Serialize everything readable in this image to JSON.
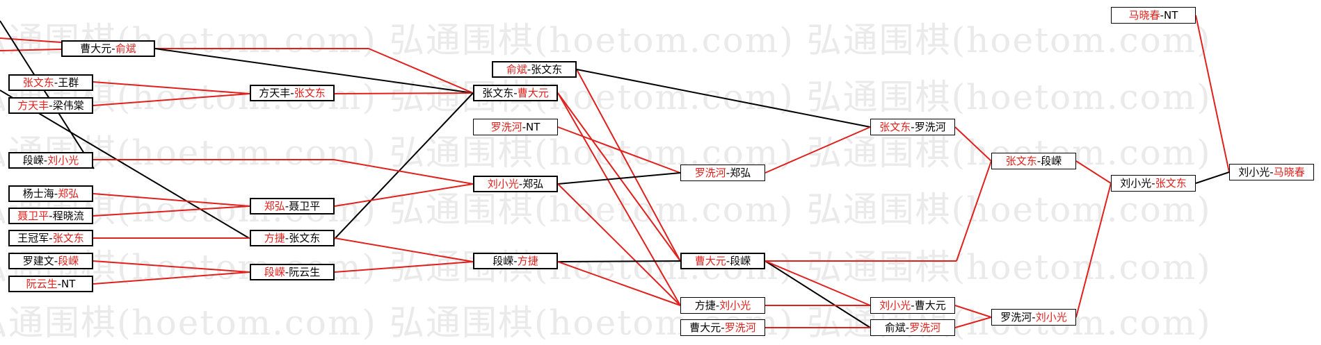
{
  "watermark": "弘通围棋(hoetom.com)",
  "colors": {
    "win_line": "#e0201c",
    "loss_line": "#000000",
    "winner_text": "#e0201c",
    "text": "#000000"
  },
  "nodes": [
    {
      "id": "n1",
      "a": "曹大元",
      "b": "俞斌",
      "win": "b",
      "thick": true
    },
    {
      "id": "n2",
      "a": "张文东",
      "b": "王群",
      "win": "a",
      "thick": true
    },
    {
      "id": "n3",
      "a": "方天丰",
      "b": "梁伟棠",
      "win": "a",
      "thick": true
    },
    {
      "id": "n4",
      "a": "段嵘",
      "b": "刘小光",
      "win": "b",
      "thick": true
    },
    {
      "id": "n5",
      "a": "杨士海",
      "b": "郑弘",
      "win": "b",
      "thick": true
    },
    {
      "id": "n6",
      "a": "聂卫平",
      "b": "程晓流",
      "win": "a",
      "thick": true
    },
    {
      "id": "n7",
      "a": "王冠军",
      "b": "张文东",
      "win": "b",
      "thick": true
    },
    {
      "id": "n8",
      "a": "罗建文",
      "b": "段嵘",
      "win": "b",
      "thick": true
    },
    {
      "id": "n9",
      "a": "阮云生",
      "b": "NT",
      "win": "a",
      "thick": true
    },
    {
      "id": "n10",
      "a": "方天丰",
      "b": "张文东",
      "win": "b",
      "thick": true
    },
    {
      "id": "n11",
      "a": "郑弘",
      "b": "聂卫平",
      "win": "a",
      "thick": true
    },
    {
      "id": "n12",
      "a": "方捷",
      "b": "张文东",
      "win": "a",
      "thick": true
    },
    {
      "id": "n13",
      "a": "段嵘",
      "b": "阮云生",
      "win": "a",
      "thick": true
    },
    {
      "id": "n14",
      "a": "俞斌",
      "b": "张文东",
      "win": "a",
      "thick": true
    },
    {
      "id": "n15",
      "a": "张文东",
      "b": "曹大元",
      "win": "b",
      "thick": true
    },
    {
      "id": "n16",
      "a": "罗洗河",
      "b": "NT",
      "win": "a",
      "thick": false
    },
    {
      "id": "n17",
      "a": "刘小光",
      "b": "郑弘",
      "win": "a",
      "thick": true
    },
    {
      "id": "n18",
      "a": "段嵘",
      "b": "方捷",
      "win": "b",
      "thick": true
    },
    {
      "id": "n19",
      "a": "罗洗河",
      "b": "郑弘",
      "win": "a",
      "thick": false
    },
    {
      "id": "n20",
      "a": "曹大元",
      "b": "段嵘",
      "win": "a",
      "thick": true
    },
    {
      "id": "n21",
      "a": "方捷",
      "b": "刘小光",
      "win": "b",
      "thick": false
    },
    {
      "id": "n22",
      "a": "曹大元",
      "b": "罗洗河",
      "win": "b",
      "thick": false
    },
    {
      "id": "n23",
      "a": "张文东",
      "b": "罗洗河",
      "win": "a",
      "thick": false
    },
    {
      "id": "n24",
      "a": "刘小光",
      "b": "曹大元",
      "win": "a",
      "thick": false
    },
    {
      "id": "n25",
      "a": "俞斌",
      "b": "罗洗河",
      "win": "b",
      "thick": false
    },
    {
      "id": "n26",
      "a": "张文东",
      "b": "段嵘",
      "win": "a",
      "thick": false
    },
    {
      "id": "n27",
      "a": "罗洗河",
      "b": "刘小光",
      "win": "b",
      "thick": false
    },
    {
      "id": "n28",
      "a": "刘小光",
      "b": "张文东",
      "win": "b",
      "thick": false
    },
    {
      "id": "n29",
      "a": "马晓春",
      "b": "NT",
      "win": "a",
      "thick": false
    },
    {
      "id": "n30",
      "a": "刘小光",
      "b": "马晓春",
      "win": "b",
      "thick": false
    }
  ]
}
